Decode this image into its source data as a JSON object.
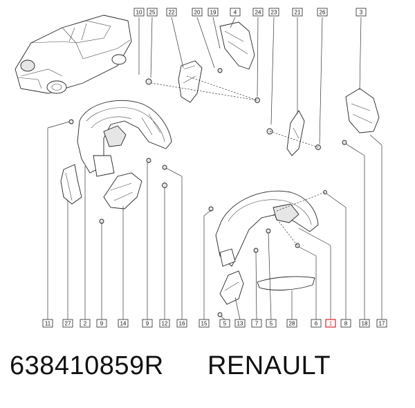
{
  "caption": {
    "part_number": "638410859R",
    "brand": "RENAULT"
  },
  "callouts": {
    "top": [
      "10",
      "25",
      "22",
      "20",
      "19",
      "4",
      "24",
      "23",
      "21",
      "26",
      "3"
    ],
    "bottom": [
      "11",
      "27",
      "2",
      "9",
      "14",
      "9",
      "12",
      "16",
      "15",
      "5",
      "13",
      "7",
      "5",
      "28",
      "6",
      "1",
      "8",
      "18",
      "17"
    ]
  },
  "highlight_callout": "1",
  "colors": {
    "highlight": "#d9262b",
    "line": "#222222"
  }
}
